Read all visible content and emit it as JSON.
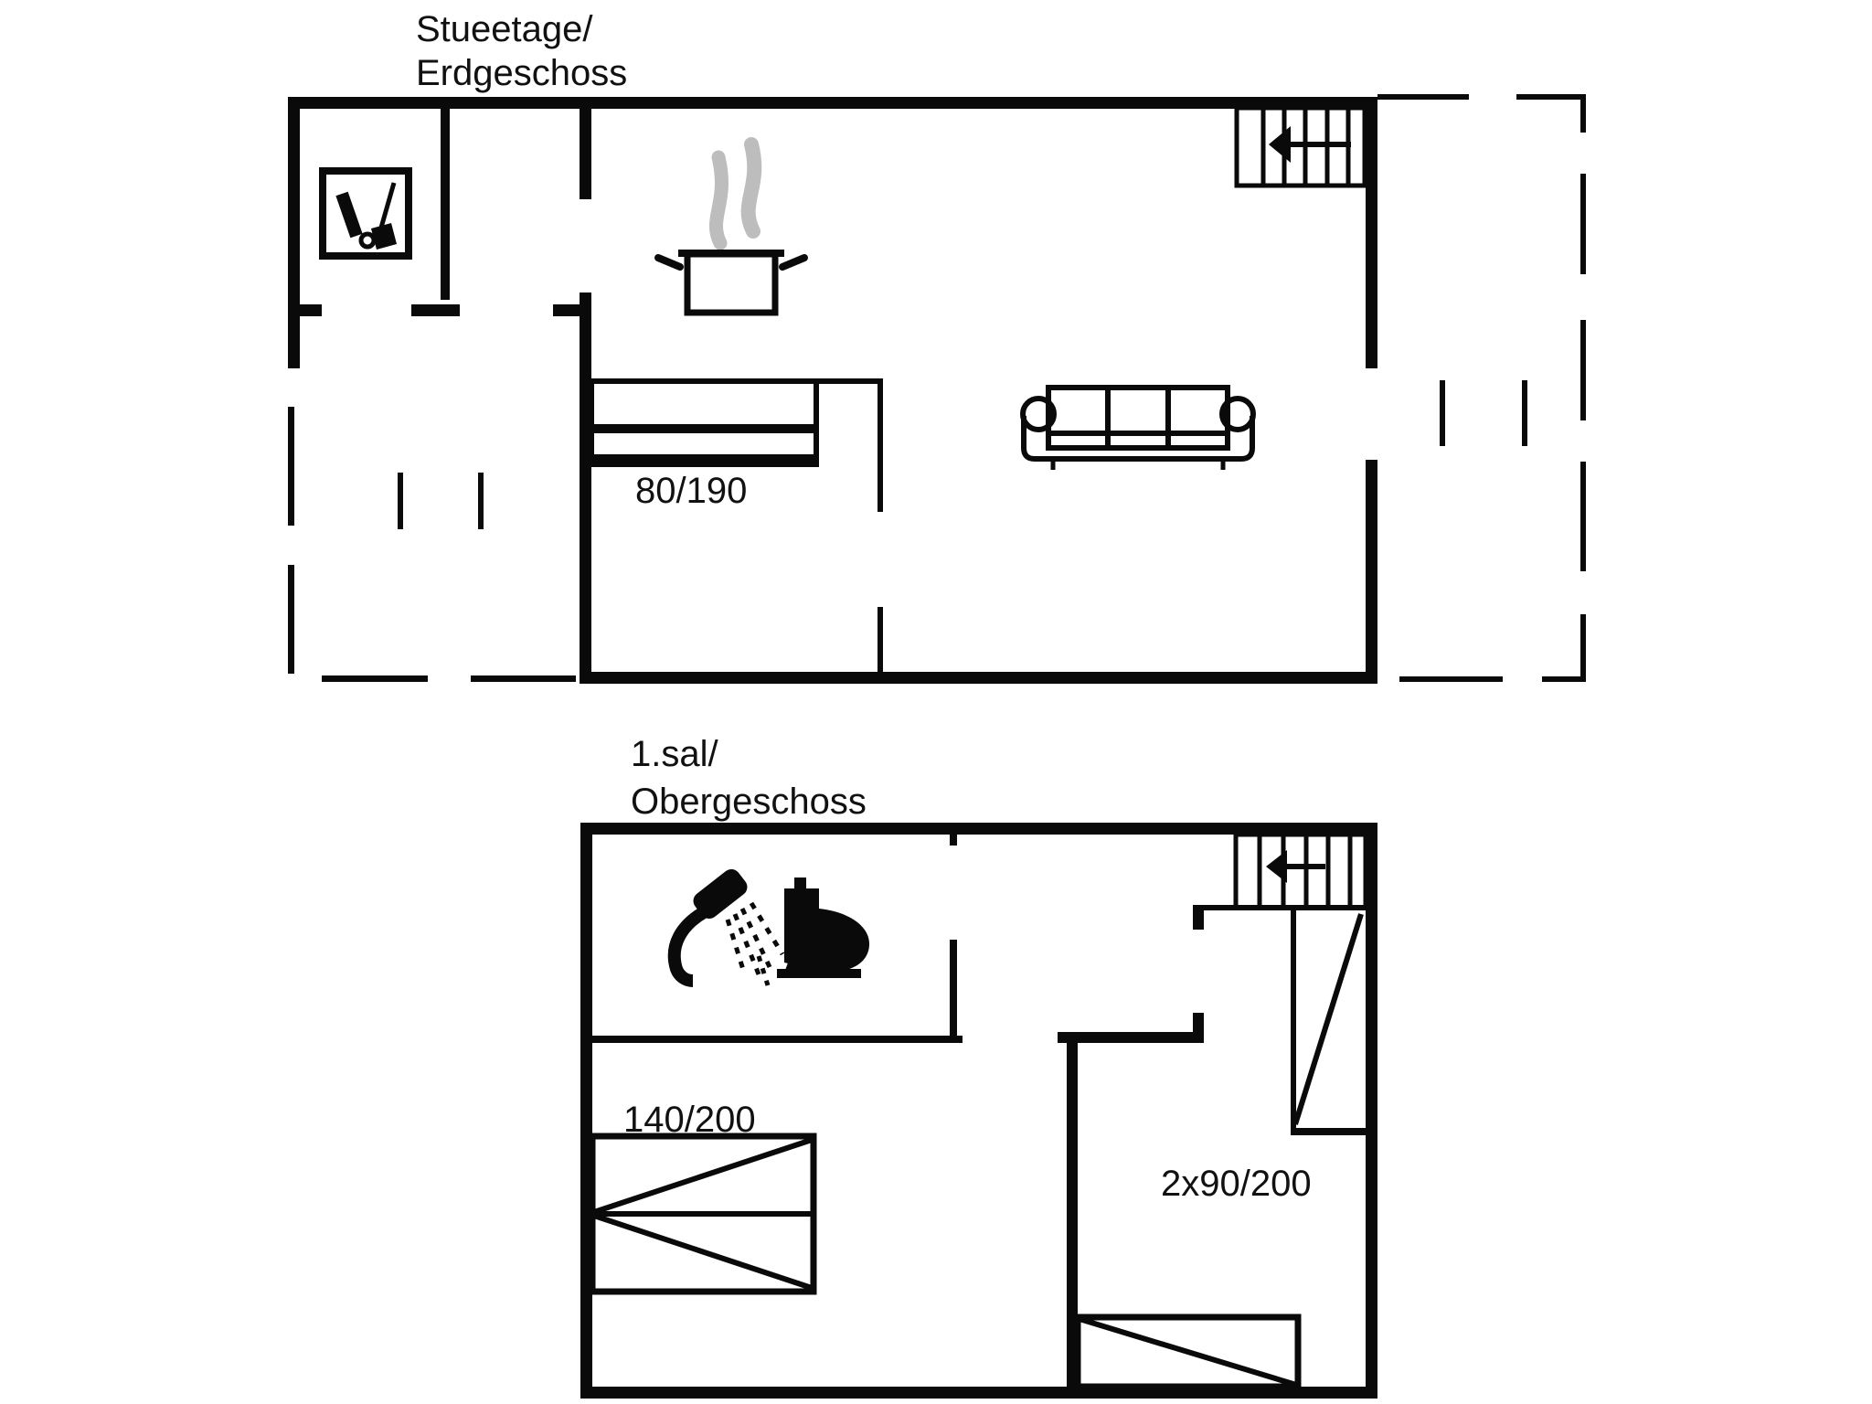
{
  "document": {
    "type": "floor-plan",
    "background": "#ffffff",
    "colors": {
      "line": "#0a0a0a",
      "steam": "#bdbdbd",
      "text": "#111111"
    }
  },
  "floors": [
    {
      "name": "ground-floor",
      "label": [
        "Stueetage/",
        "Erdgeschoss"
      ],
      "beds": [
        {
          "label": "80/190"
        }
      ],
      "icons": [
        "cleaning-closet-icon",
        "cooking-pot-icon",
        "steam-icon",
        "stairs-down-icon",
        "sofa-icon"
      ]
    },
    {
      "name": "first-floor",
      "label": [
        "1.sal/",
        "Obergeschoss"
      ],
      "beds": [
        {
          "label": "140/200"
        },
        {
          "label": "2x90/200"
        }
      ],
      "icons": [
        "shower-icon",
        "toilet-icon",
        "stairs-down-icon"
      ]
    }
  ]
}
